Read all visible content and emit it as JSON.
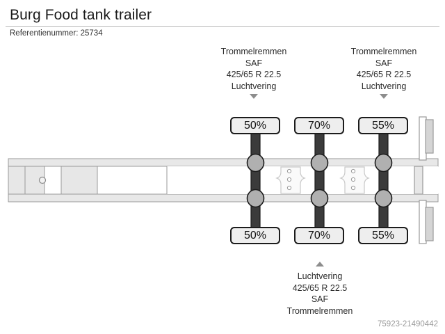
{
  "header": {
    "title": "Burg Food tank trailer",
    "reference": "Referentienummer: 25734"
  },
  "annotations": {
    "top": [
      {
        "lines": [
          "Trommelremmen",
          "SAF",
          "425/65 R 22.5",
          "Luchtvering"
        ],
        "pointer": "triangle-down-icon"
      },
      {
        "lines": [
          "Trommelremmen",
          "SAF",
          "425/65 R 22.5",
          "Luchtvering"
        ],
        "pointer": "triangle-down-icon"
      }
    ],
    "bottom": [
      {
        "lines": [
          "Luchtvering",
          "425/65 R 22.5",
          "SAF",
          "Trommelremmen"
        ],
        "pointer": "triangle-up-icon"
      }
    ]
  },
  "axles": {
    "top_badges": [
      "50%",
      "70%",
      "55%"
    ],
    "bottom_badges": [
      "50%",
      "70%",
      "55%"
    ]
  },
  "diagram": {
    "name": "semi-trailer-side-schematic",
    "kingpin": "kingpin-plate",
    "rear": "rear-underrun-bumper",
    "colors": {
      "rail_fill": "#e8e8e8",
      "rail_stroke": "#9a9a9a",
      "axle_bar": "#3b3b3b",
      "wheel_fill": "#b0b0b0",
      "wheel_stroke": "#1c1c1c",
      "badge_fill": "#eeeeee",
      "badge_border": "#1c1c1c",
      "pointer": "#8d8d8d"
    }
  },
  "watermark": "75923-21490442"
}
